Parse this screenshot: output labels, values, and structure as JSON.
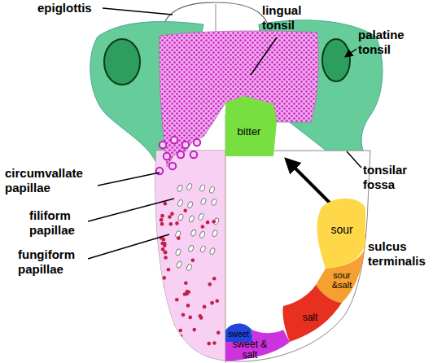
{
  "diagram": {
    "nodes": [
      {
        "text": [
          "bitter"
        ]
      },
      {
        "text": [
          "sour"
        ]
      },
      {
        "text": [
          "sour &salt"
        ]
      },
      {
        "text": [
          "salt"
        ]
      },
      {
        "text": [
          "sweet"
        ]
      },
      {
        "text": [
          "sweet & salt"
        ]
      }
    ],
    "labels": [
      "epiglottis",
      "lingual tonsil",
      "palatine tonsil",
      "tonsilar fossa",
      "circumvallate papillae",
      "filiform papillae",
      "fungiform papillae",
      "sulcus terminalis"
    ]
  }
}
